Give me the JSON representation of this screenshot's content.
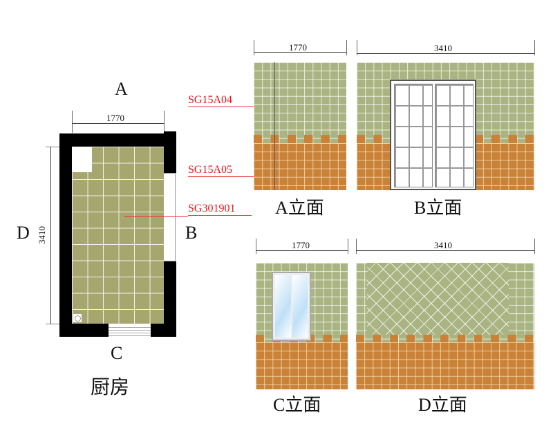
{
  "plan": {
    "title": "厨房",
    "side_labels": {
      "a": "A",
      "b": "B",
      "c": "C",
      "d": "D"
    },
    "width_dim": "1770",
    "length_dim": "3410"
  },
  "materials": {
    "wall_upper": "SG15A04",
    "wall_lower": "SG15A05",
    "floor": "SG301901"
  },
  "elevations": [
    {
      "label": "A立面",
      "dim": "1770"
    },
    {
      "label": "B立面",
      "dim": "3410"
    },
    {
      "label": "C立面",
      "dim": "1770"
    },
    {
      "label": "D立面",
      "dim": "3410"
    }
  ],
  "colors": {
    "green_tile": "#a9b482",
    "orange_tile": "#c98238",
    "annotation": "#e8141a"
  }
}
